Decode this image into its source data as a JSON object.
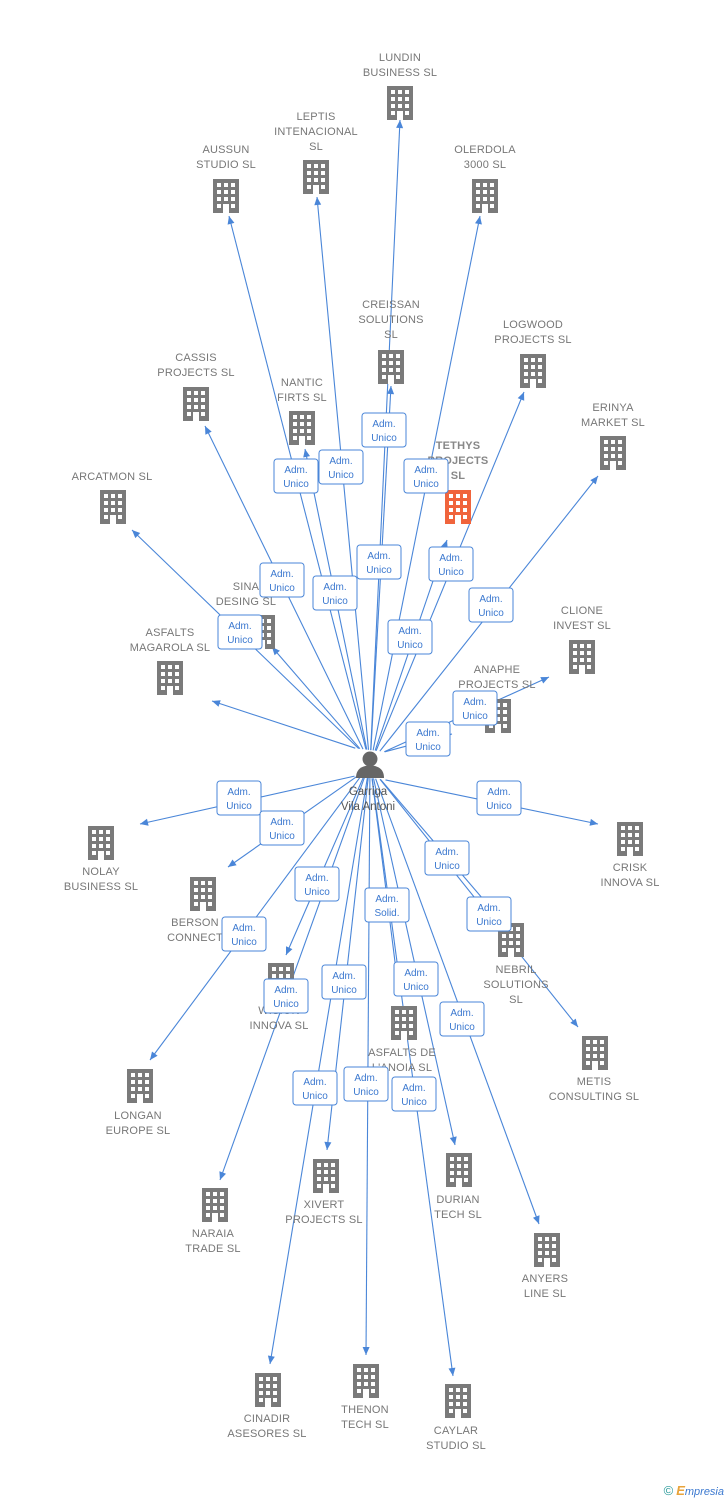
{
  "center": {
    "label_lines": [
      "Garriga",
      "Vila Antoni"
    ],
    "icon": "person-icon"
  },
  "colors": {
    "edge": "#4a86d8",
    "building": "#7a7a7a",
    "highlight": "#f0643c"
  },
  "nodes": [
    {
      "id": "lundin",
      "label": [
        "LUNDIN",
        "BUSINESS SL"
      ],
      "badges": []
    },
    {
      "id": "leptis",
      "label": [
        "LEPTIS",
        "INTENACIONAL",
        "SL"
      ],
      "badges": []
    },
    {
      "id": "aussun",
      "label": [
        "AUSSUN",
        "STUDIO SL"
      ],
      "badges": []
    },
    {
      "id": "olerdola",
      "label": [
        "OLERDOLA",
        "3000 SL"
      ],
      "badges": []
    },
    {
      "id": "creissan",
      "label": [
        "CREISSAN",
        "SOLUTIONS",
        "SL"
      ],
      "badges": [
        [
          "Adm.",
          "Unico"
        ]
      ]
    },
    {
      "id": "logwood",
      "label": [
        "LOGWOOD",
        "PROJECTS SL"
      ],
      "badges": [
        [
          "Adm.",
          "Unico"
        ]
      ]
    },
    {
      "id": "cassis",
      "label": [
        "CASSIS",
        "PROJECTS SL"
      ],
      "badges": [
        [
          "Adm.",
          "Unico"
        ]
      ]
    },
    {
      "id": "nantic",
      "label": [
        "NANTIC",
        "FIRTS SL"
      ],
      "badges": [
        [
          "Adm.",
          "Unico"
        ],
        [
          "Adm.",
          "Unico"
        ]
      ]
    },
    {
      "id": "tethys",
      "label": [
        "TETHYS",
        "PROJECTS",
        "SL"
      ],
      "highlight": true,
      "badges": [
        [
          "Adm.",
          "Unico"
        ],
        [
          "Adm.",
          "Unico"
        ]
      ]
    },
    {
      "id": "erinya",
      "label": [
        "ERINYA",
        "MARKET SL"
      ],
      "badges": [
        [
          "Adm.",
          "Unico"
        ]
      ]
    },
    {
      "id": "arcatmon",
      "label": [
        "ARCATMON SL"
      ],
      "badges": [
        [
          "Adm.",
          "Unico"
        ]
      ]
    },
    {
      "id": "sina",
      "label": [
        "SINA",
        "DESING SL"
      ],
      "badges": [
        [
          "Adm.",
          "Unico"
        ]
      ]
    },
    {
      "id": "asfalts-magarola",
      "label": [
        "ASFALTS",
        "MAGAROLA SL"
      ],
      "badges": [
        [
          "Adm.",
          "Unico"
        ]
      ]
    },
    {
      "id": "clione",
      "label": [
        "CLIONE",
        "INVEST SL"
      ],
      "badges": [
        [
          "Adm.",
          "Unico"
        ]
      ]
    },
    {
      "id": "anaphe",
      "label": [
        "ANAPHE",
        "PROJECTS SL"
      ],
      "badges": [
        [
          "Adm.",
          "Unico"
        ]
      ]
    },
    {
      "id": "nolay",
      "label": [
        "NOLAY",
        "BUSINESS SL"
      ],
      "badges": [
        [
          "Adm.",
          "Unico"
        ]
      ]
    },
    {
      "id": "crisk",
      "label": [
        "CRISK",
        "INNOVA SL"
      ],
      "badges": [
        [
          "Adm.",
          "Unico"
        ]
      ]
    },
    {
      "id": "berson",
      "label": [
        "BERSON",
        "CONNECT"
      ],
      "badges": [
        [
          "Adm.",
          "Unico"
        ]
      ]
    },
    {
      "id": "nebril",
      "label": [
        "NEBRIL",
        "SOLUTIONS",
        "SL"
      ],
      "badges": [
        [
          "Adm.",
          "Unico"
        ]
      ]
    },
    {
      "id": "wision",
      "label": [
        "WISION",
        "INNOVA SL"
      ],
      "badges": [
        [
          "Adm.",
          "Unico"
        ]
      ]
    },
    {
      "id": "asfalts-anoia",
      "label": [
        "ASFALTS DE",
        "L'ANOIA SL"
      ],
      "badges": [
        [
          "Adm.",
          "Solid."
        ]
      ]
    },
    {
      "id": "metis",
      "label": [
        "METIS",
        "CONSULTING SL"
      ],
      "badges": [
        [
          "Adm.",
          "Unico"
        ]
      ]
    },
    {
      "id": "longan",
      "label": [
        "LONGAN",
        "EUROPE SL"
      ],
      "badges": [
        [
          "Adm.",
          "Unico"
        ]
      ]
    },
    {
      "id": "xivert",
      "label": [
        "XIVERT",
        "PROJECTS SL"
      ],
      "badges": [
        [
          "Adm.",
          "Unico"
        ]
      ]
    },
    {
      "id": "durian",
      "label": [
        "DURIAN",
        "TECH SL"
      ],
      "badges": [
        [
          "Adm.",
          "Unico"
        ]
      ]
    },
    {
      "id": "naraia",
      "label": [
        "NARAIA",
        "TRADE SL"
      ],
      "badges": [
        [
          "Adm.",
          "Unico"
        ]
      ]
    },
    {
      "id": "anyers",
      "label": [
        "ANYERS",
        "LINE SL"
      ],
      "badges": [
        [
          "Adm.",
          "Unico"
        ]
      ]
    },
    {
      "id": "cinadir",
      "label": [
        "CINADIR",
        "ASESORES SL"
      ],
      "badges": [
        [
          "Adm.",
          "Unico"
        ]
      ]
    },
    {
      "id": "thenon",
      "label": [
        "THENON",
        "TECH SL"
      ],
      "badges": [
        [
          "Adm.",
          "Unico"
        ]
      ]
    },
    {
      "id": "caylar",
      "label": [
        "CAYLAR",
        "STUDIO SL"
      ],
      "badges": [
        [
          "Adm.",
          "Unico"
        ]
      ]
    }
  ],
  "footer": {
    "copyright": "©",
    "brand_initial": "E",
    "brand_rest": "mpresia"
  }
}
